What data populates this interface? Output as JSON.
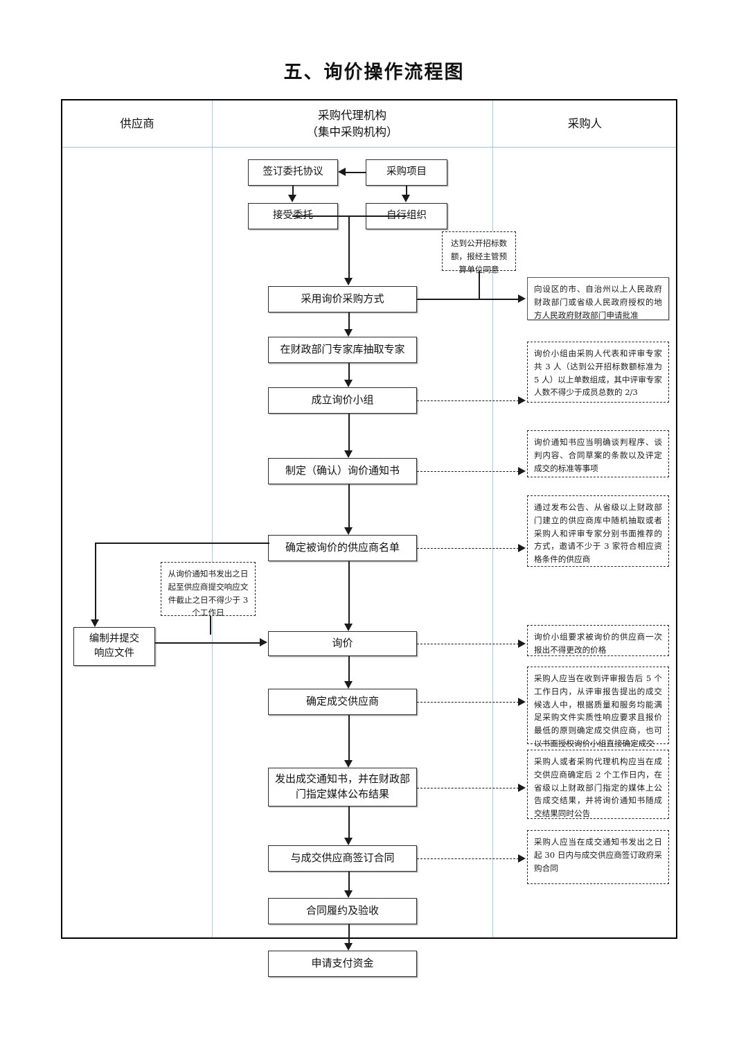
{
  "title": "五、询价操作流程图",
  "columns": [
    {
      "label": "供应商"
    },
    {
      "label_line1": "采购代理机构",
      "label_line2": "（集中采购机构）"
    },
    {
      "label": "采购人"
    }
  ],
  "boxes": {
    "sign_entrust": "签订委托协议",
    "purchase_project": "采购项目",
    "accept_entrust": "接受委托",
    "self_organize": "自行组织",
    "adopt_inquiry": "采用询价采购方式",
    "draw_experts": "在财政部门专家库抽取专家",
    "form_group": "成立询价小组",
    "make_notice": "制定（确认）询价通知书",
    "determine_suppliers": "确定被询价的供应商名单",
    "prepare_response_l1": "编制并提交",
    "prepare_response_l2": "响应文件",
    "inquiry": "询价",
    "determine_winner": "确定成交供应商",
    "issue_notice_l1": "发出成交通知书，并在财政部",
    "issue_notice_l2": "门指定媒体公布结果",
    "sign_contract": "与成交供应商签订合同",
    "perform_accept": "合同履约及验收",
    "apply_payment": "申请支付资金"
  },
  "notes": {
    "open_tender_amount": "达到公开招标数额，报经主管预算单位同意",
    "apply_approval": "向设区的市、自治州以上人民政府财政部门或省级人民政府授权的地方人民政府财政部门申请批准",
    "group_composition": "询价小组由采购人代表和评审专家共 3 人（达到公开招标数额标准为 5 人）以上单数组成，其中评审专家人数不得少于成员总数的 2/3",
    "notice_content": "询价通知书应当明确谈判程序、谈判内容、合同草案的条款以及评定成交的标准等事项",
    "supplier_selection": "通过发布公告、从省级以上财政部门建立的供应商库中随机抽取或者采购人和评审专家分别书面推荐的方式，邀请不少于 3 家符合相应资格条件的供应商",
    "response_deadline": "从询价通知书发出之日起至供应商提交响应文件截止之日不得少于 3 个工作日",
    "one_time_quote": "询价小组要求被询价的供应商一次报出不得更改的价格",
    "winner_determination": "采购人应当在收到评审报告后 5 个工作日内，从评审报告提出的成交候选人中，根据质量和服务均能满足采购文件实质性响应要求且报价最低的原则确定成交供应商，也可以书面授权询价小组直接确定成交",
    "result_announcement": "采购人或者采购代理机构应当在成交供应商确定后 2 个工作日内，在省级以上财政部门指定的媒体上公告成交结果，并将询价通知书随成交结果同时公告",
    "contract_deadline": "采购人应当在成交通知书发出之日起 30 日内与成交供应商签订政府采购合同"
  }
}
